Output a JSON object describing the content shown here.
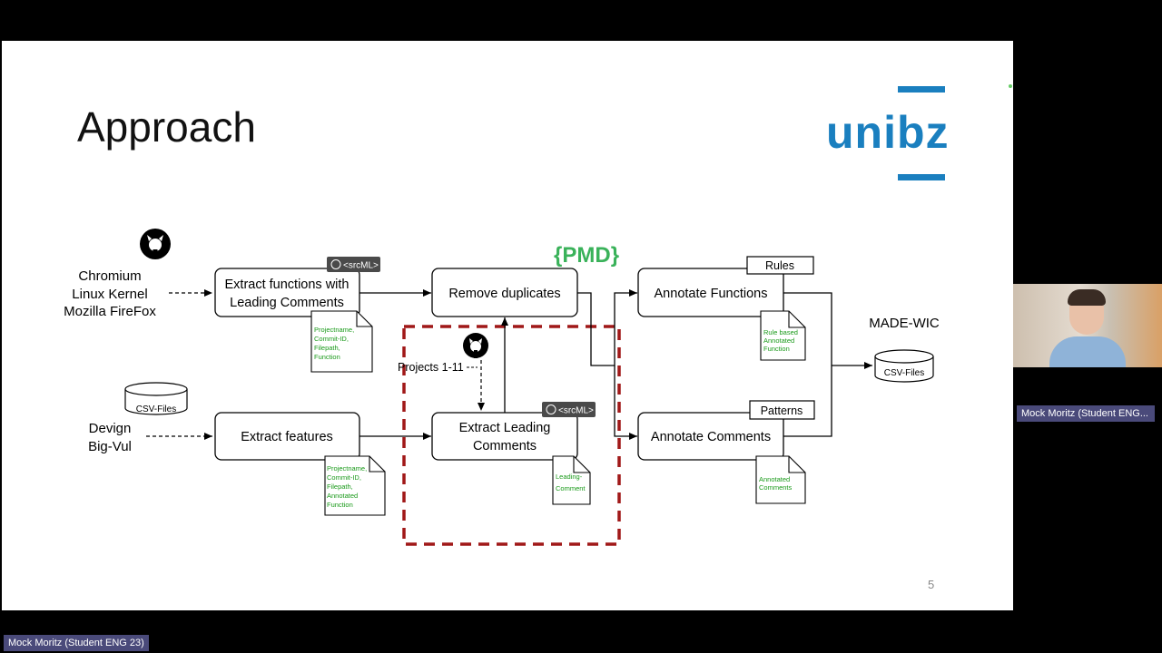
{
  "slide": {
    "title": "Approach",
    "logo_text": "unibz",
    "page_number": "5"
  },
  "diagram": {
    "github_sources": [
      "Chromium",
      "Linux Kernel",
      "Mozilla FireFox"
    ],
    "csv_sources": [
      "Devign",
      "Big-Vul"
    ],
    "csv_input_label": "CSV-Files",
    "boxes": {
      "extract_functions": [
        "Extract functions with",
        "Leading Comments"
      ],
      "extract_features": "Extract features",
      "remove_duplicates": "Remove duplicates",
      "extract_leading": [
        "Extract Leading",
        "Comments"
      ],
      "annotate_functions": "Annotate Functions",
      "annotate_comments": "Annotate Comments"
    },
    "badges": {
      "srcml": "<srcML>",
      "pmd": "PMD"
    },
    "tags": {
      "rules": "Rules",
      "patterns": "Patterns"
    },
    "projects_label": "Projects 1-11",
    "output_title": "MADE-WIC",
    "output_label": "CSV-Files",
    "docs": {
      "doc1": [
        "Projectname,",
        "Commit-ID,",
        "Filepath,",
        "Function"
      ],
      "doc2": [
        "Projectname,",
        "Commit-ID,",
        "Filepath,",
        "Annotated",
        "Function"
      ],
      "doc3": [
        "Leading-",
        "Comment"
      ],
      "doc4": [
        "Rule based",
        "Annotated",
        "Function"
      ],
      "doc5": [
        "Annotated",
        "Comments"
      ]
    },
    "colors": {
      "doc_text": "#1a9a1a",
      "highlight": "#a01818",
      "logo": "#1a7fbf"
    }
  },
  "participants": {
    "video_name": "Mock Moritz (Student ENG...",
    "self_name": "Mock Moritz (Student ENG 23)"
  }
}
